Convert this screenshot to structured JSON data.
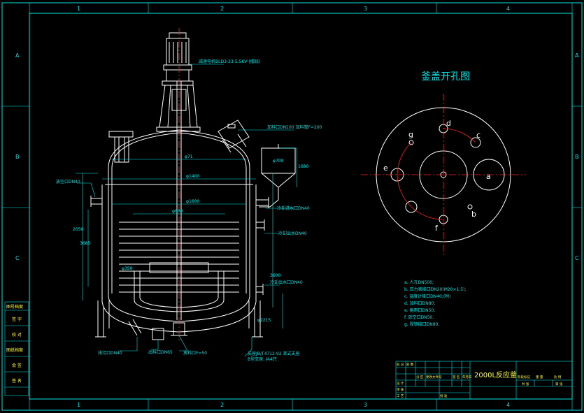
{
  "colors": {
    "background": "#000000",
    "frame": "#00e5e5",
    "drawing": "#ffffff",
    "dimension": "#00e5e5",
    "centerline": "#ff2020",
    "annotation": "#00e5e5",
    "title": "#00e5e5",
    "yellow": "#ffff40"
  },
  "grid": {
    "columns": [
      "1",
      "2",
      "3",
      "4"
    ],
    "rows": [
      "A",
      "B",
      "C"
    ]
  },
  "left_strip": [
    "图号档案",
    "签 字",
    "校 对",
    "图纸档案",
    "会 签",
    "签 名"
  ],
  "main_view": {
    "motor_label": "减速电机BLD3-23-5.5KV (摆线)",
    "feed_label": "加料口DN100 加料管F=200",
    "left_nozzle": "放空口DN40",
    "right_nozzle_top": "冷却进水口DN40",
    "right_nozzle_mid": "冷却出水DN40",
    "right_nozzle_low": "冷却出水口DN40",
    "bottom_left_1": "排污口DN40",
    "bottom_left_2": "出料口DN65",
    "bottom_mid": "放料口F=50",
    "bottom_right_1": "支座JB/T4712-92 耳式支座",
    "bottom_right_2": "B型支座, 共4只",
    "dim_top": "φ71",
    "dim_shell": "φ1400",
    "dim_jacket": "φ1600",
    "dim_coil": "φ800",
    "dim_tank": "φ700",
    "dim_height": "1680",
    "dim_left_1": "2050",
    "dim_left_2": "3685",
    "dim_right_1": "3600",
    "dim_small_1": "φ2215",
    "dim_small_2": "φ350"
  },
  "lid_view": {
    "title": "釜盖开孔图",
    "holes": [
      "a",
      "b",
      "c",
      "d",
      "e",
      "f",
      "g"
    ],
    "legend": [
      "a. 人孔DN500;",
      "b. 压力表接口DN20(M20×1.5);",
      "c. 温度计接口DN40;(附)",
      "d. 加料口DN80;",
      "e. 备用口DN50;",
      "f. 放空口DN50;",
      "g. 视镜接口DN80;"
    ]
  },
  "title_block": {
    "name": "2000L反应釜",
    "cells": [
      "标 记",
      "处 数",
      "分 区",
      "更改文件号",
      "签 名",
      "年月日",
      "设 计",
      "审 核",
      "工 艺",
      "批 准",
      "阶段标记",
      "重 量",
      "比 例",
      "共 张",
      "第 张"
    ]
  }
}
